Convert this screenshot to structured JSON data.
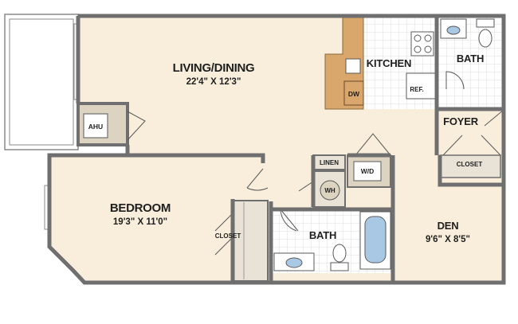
{
  "rooms": {
    "living": {
      "name": "LIVING/DINING",
      "dims": "22'4\" X 12'3\""
    },
    "kitchen": {
      "name": "KITCHEN"
    },
    "bath_top": {
      "name": "BATH"
    },
    "foyer": {
      "name": "FOYER"
    },
    "bedroom": {
      "name": "BEDROOM",
      "dims": "19'3\" X 11'0\""
    },
    "bath_mid": {
      "name": "BATH"
    },
    "den": {
      "name": "DEN",
      "dims": "9'6\" X 8'5\""
    }
  },
  "fixtures": {
    "ahu": "AHU",
    "dw": "DW",
    "ref": "REF.",
    "linen": "LINEN",
    "wd": "W/D",
    "wh": "WH",
    "closet_foyer": "CLOSET",
    "closet_bedroom": "CLOSET"
  },
  "colors": {
    "wall": "#6f6f6f",
    "floor": "#f8eedb",
    "tile": "#ffffff",
    "counter": "#d9a66b",
    "closet": "#e8e3d6",
    "tub": "#a9c8e4"
  }
}
